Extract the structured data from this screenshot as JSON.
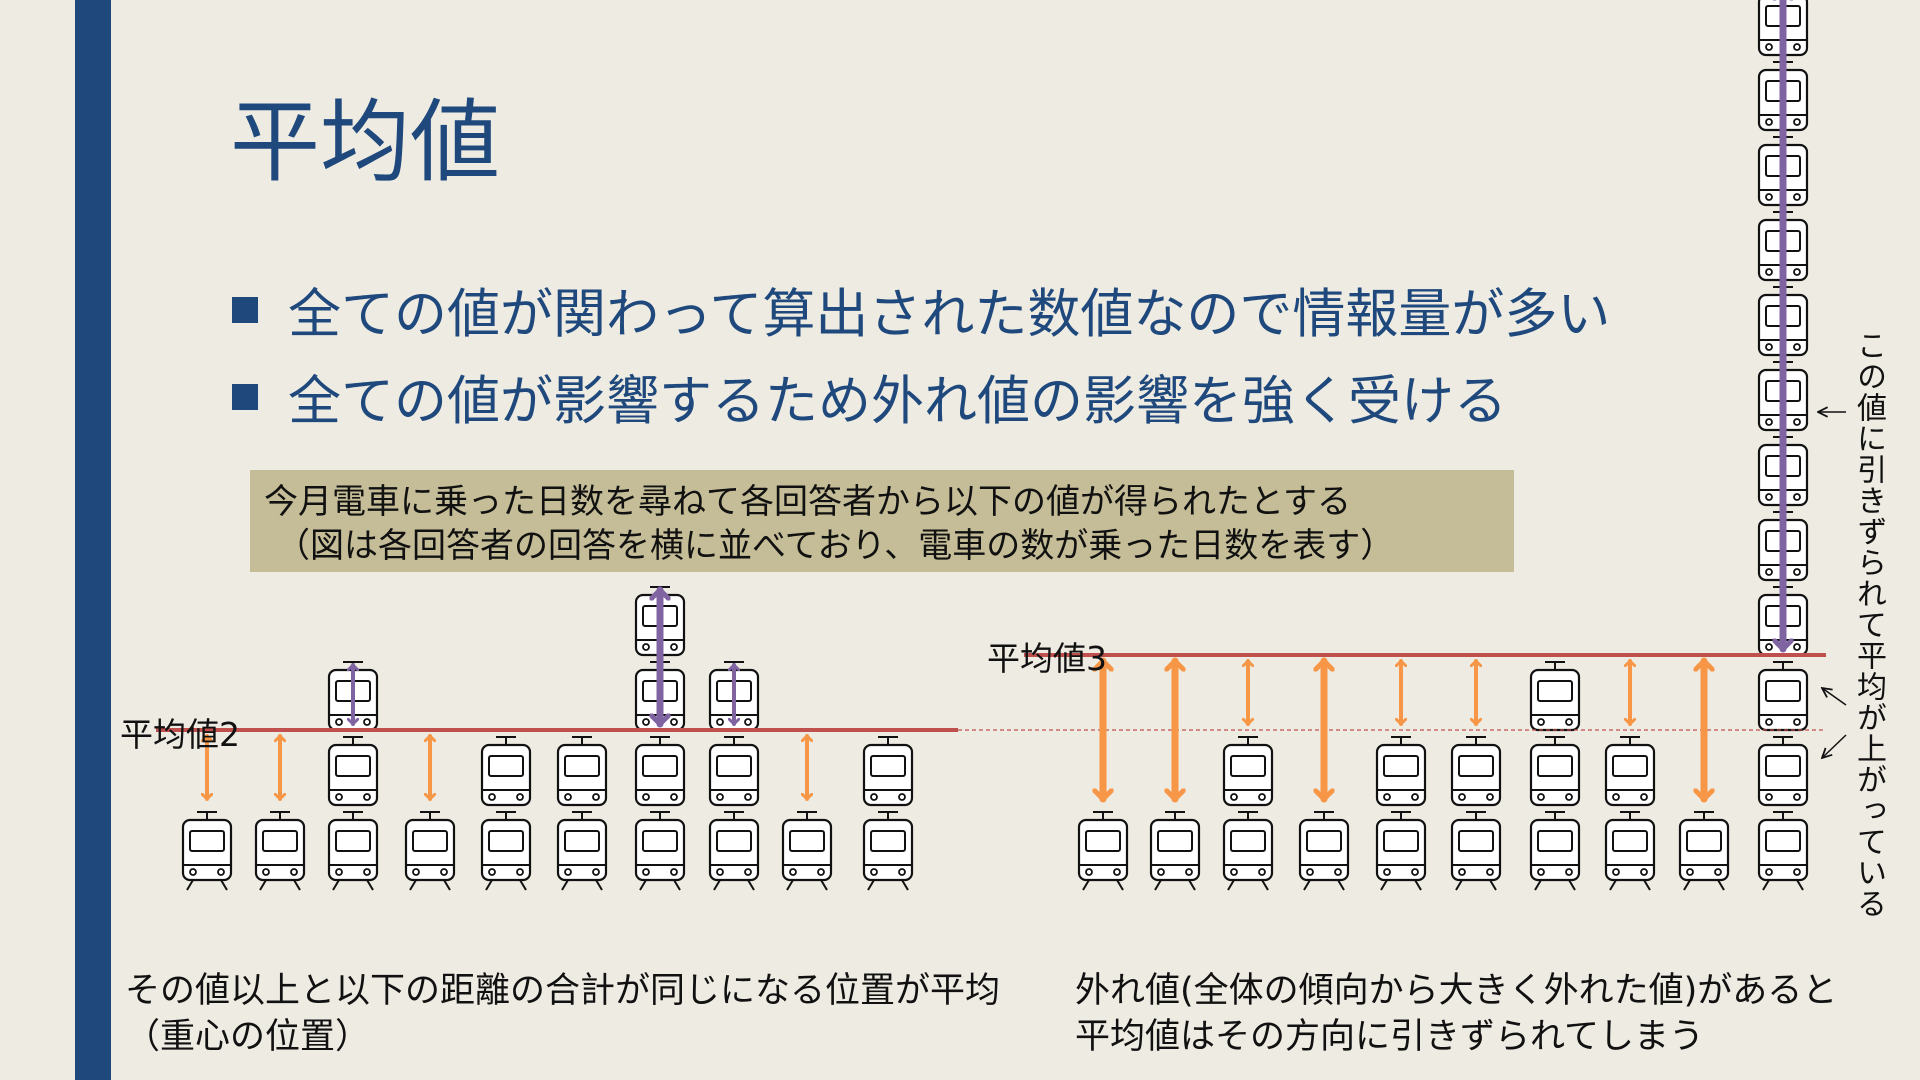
{
  "title": "平均値",
  "bullets": [
    "全ての値が関わって算出された数値なので情報量が多い",
    "全ての値が影響するため外れ値の影響を強く受ける"
  ],
  "note": {
    "line1": "今月電車に乗った日数を尋ねて各回答者から以下の値が得られたとする",
    "line2": "（図は各回答者の回答を横に並べており、電車の数が乗った日数を表す）"
  },
  "left_diagram": {
    "mean_label": "平均値2",
    "mean_value": 2,
    "counts": [
      1,
      1,
      3,
      1,
      2,
      2,
      4,
      3,
      1,
      2
    ],
    "caption_line1": "その値以上と以下の距離の合計が同じになる位置が平均",
    "caption_line2": "（重心の位置）"
  },
  "right_diagram": {
    "mean_label": "平均値3",
    "mean_value": 3,
    "counts": [
      1,
      1,
      2,
      1,
      2,
      2,
      3,
      2,
      1,
      12
    ],
    "caption_line1": "外れ値(全体の傾向から大きく外れた値)があると",
    "caption_line2": "平均値はその方向に引きずられてしまう",
    "side_note": "この値に引きずられて平均が上がっている"
  },
  "colors": {
    "accent": "#1F497D",
    "mean_line": "#C0504D",
    "below_arrow": "#F79646",
    "above_arrow": "#8064A2",
    "note_bg": "#C4BD97"
  }
}
